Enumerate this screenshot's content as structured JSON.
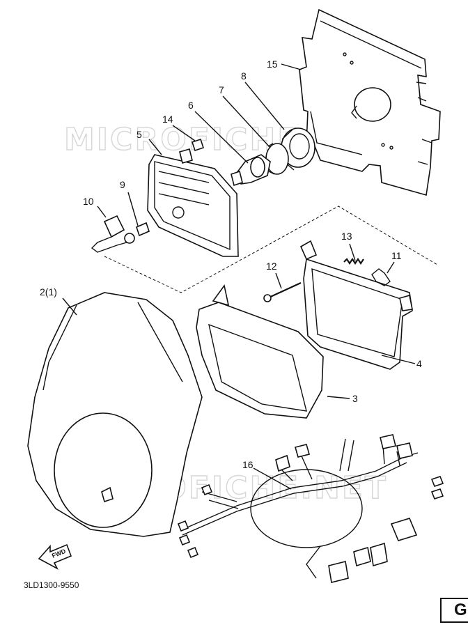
{
  "watermark": "MICROFICHE.NET",
  "diagram_code": "3LD1300-9550",
  "fwd_label": "FWD",
  "page_tag": "G",
  "callouts": {
    "c1": "2(1)",
    "c2": "3",
    "c3": "4",
    "c4": "5",
    "c5": "6",
    "c6": "7",
    "c7": "8",
    "c8": "9",
    "c9": "10",
    "c10": "11",
    "c11": "12",
    "c12": "13",
    "c13": "14",
    "c14": "15",
    "c15": "16"
  }
}
